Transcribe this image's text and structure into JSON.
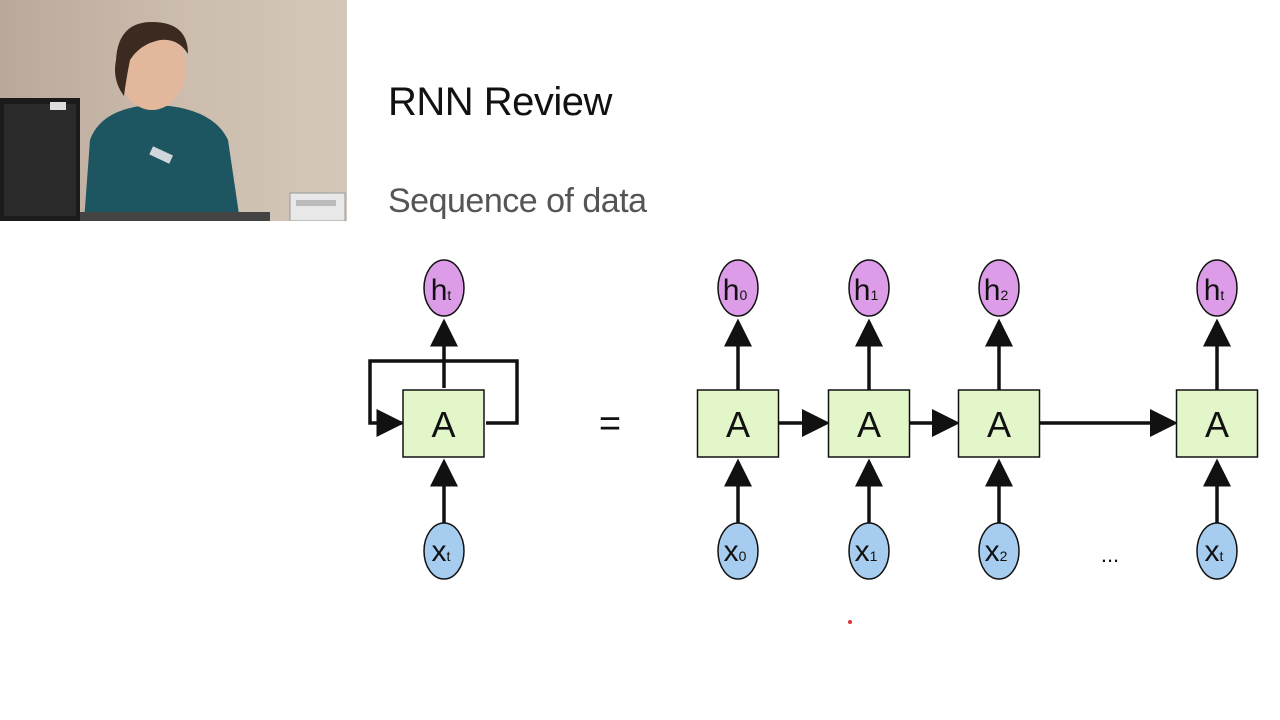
{
  "slide": {
    "title": "RNN Review",
    "subtitle": "Sequence of data"
  },
  "diagram": {
    "colors": {
      "cell_fill": "#e2f6c9",
      "hidden_fill": "#dd9ce8",
      "input_fill": "#a6cdef",
      "stroke": "#111111"
    },
    "rolled": {
      "cell": {
        "label": "A"
      },
      "output": {
        "base": "h",
        "sub": "t"
      },
      "input": {
        "base": "x",
        "sub": "t"
      }
    },
    "equals": "=",
    "ellipsis": "...",
    "unrolled": [
      {
        "cell": "A",
        "h_base": "h",
        "h_sub": "0",
        "x_base": "x",
        "x_sub": "0"
      },
      {
        "cell": "A",
        "h_base": "h",
        "h_sub": "1",
        "x_base": "x",
        "x_sub": "1"
      },
      {
        "cell": "A",
        "h_base": "h",
        "h_sub": "2",
        "x_base": "x",
        "x_sub": "2"
      },
      {
        "cell": "A",
        "h_base": "h",
        "h_sub": "t",
        "x_base": "x",
        "x_sub": "t"
      }
    ]
  }
}
